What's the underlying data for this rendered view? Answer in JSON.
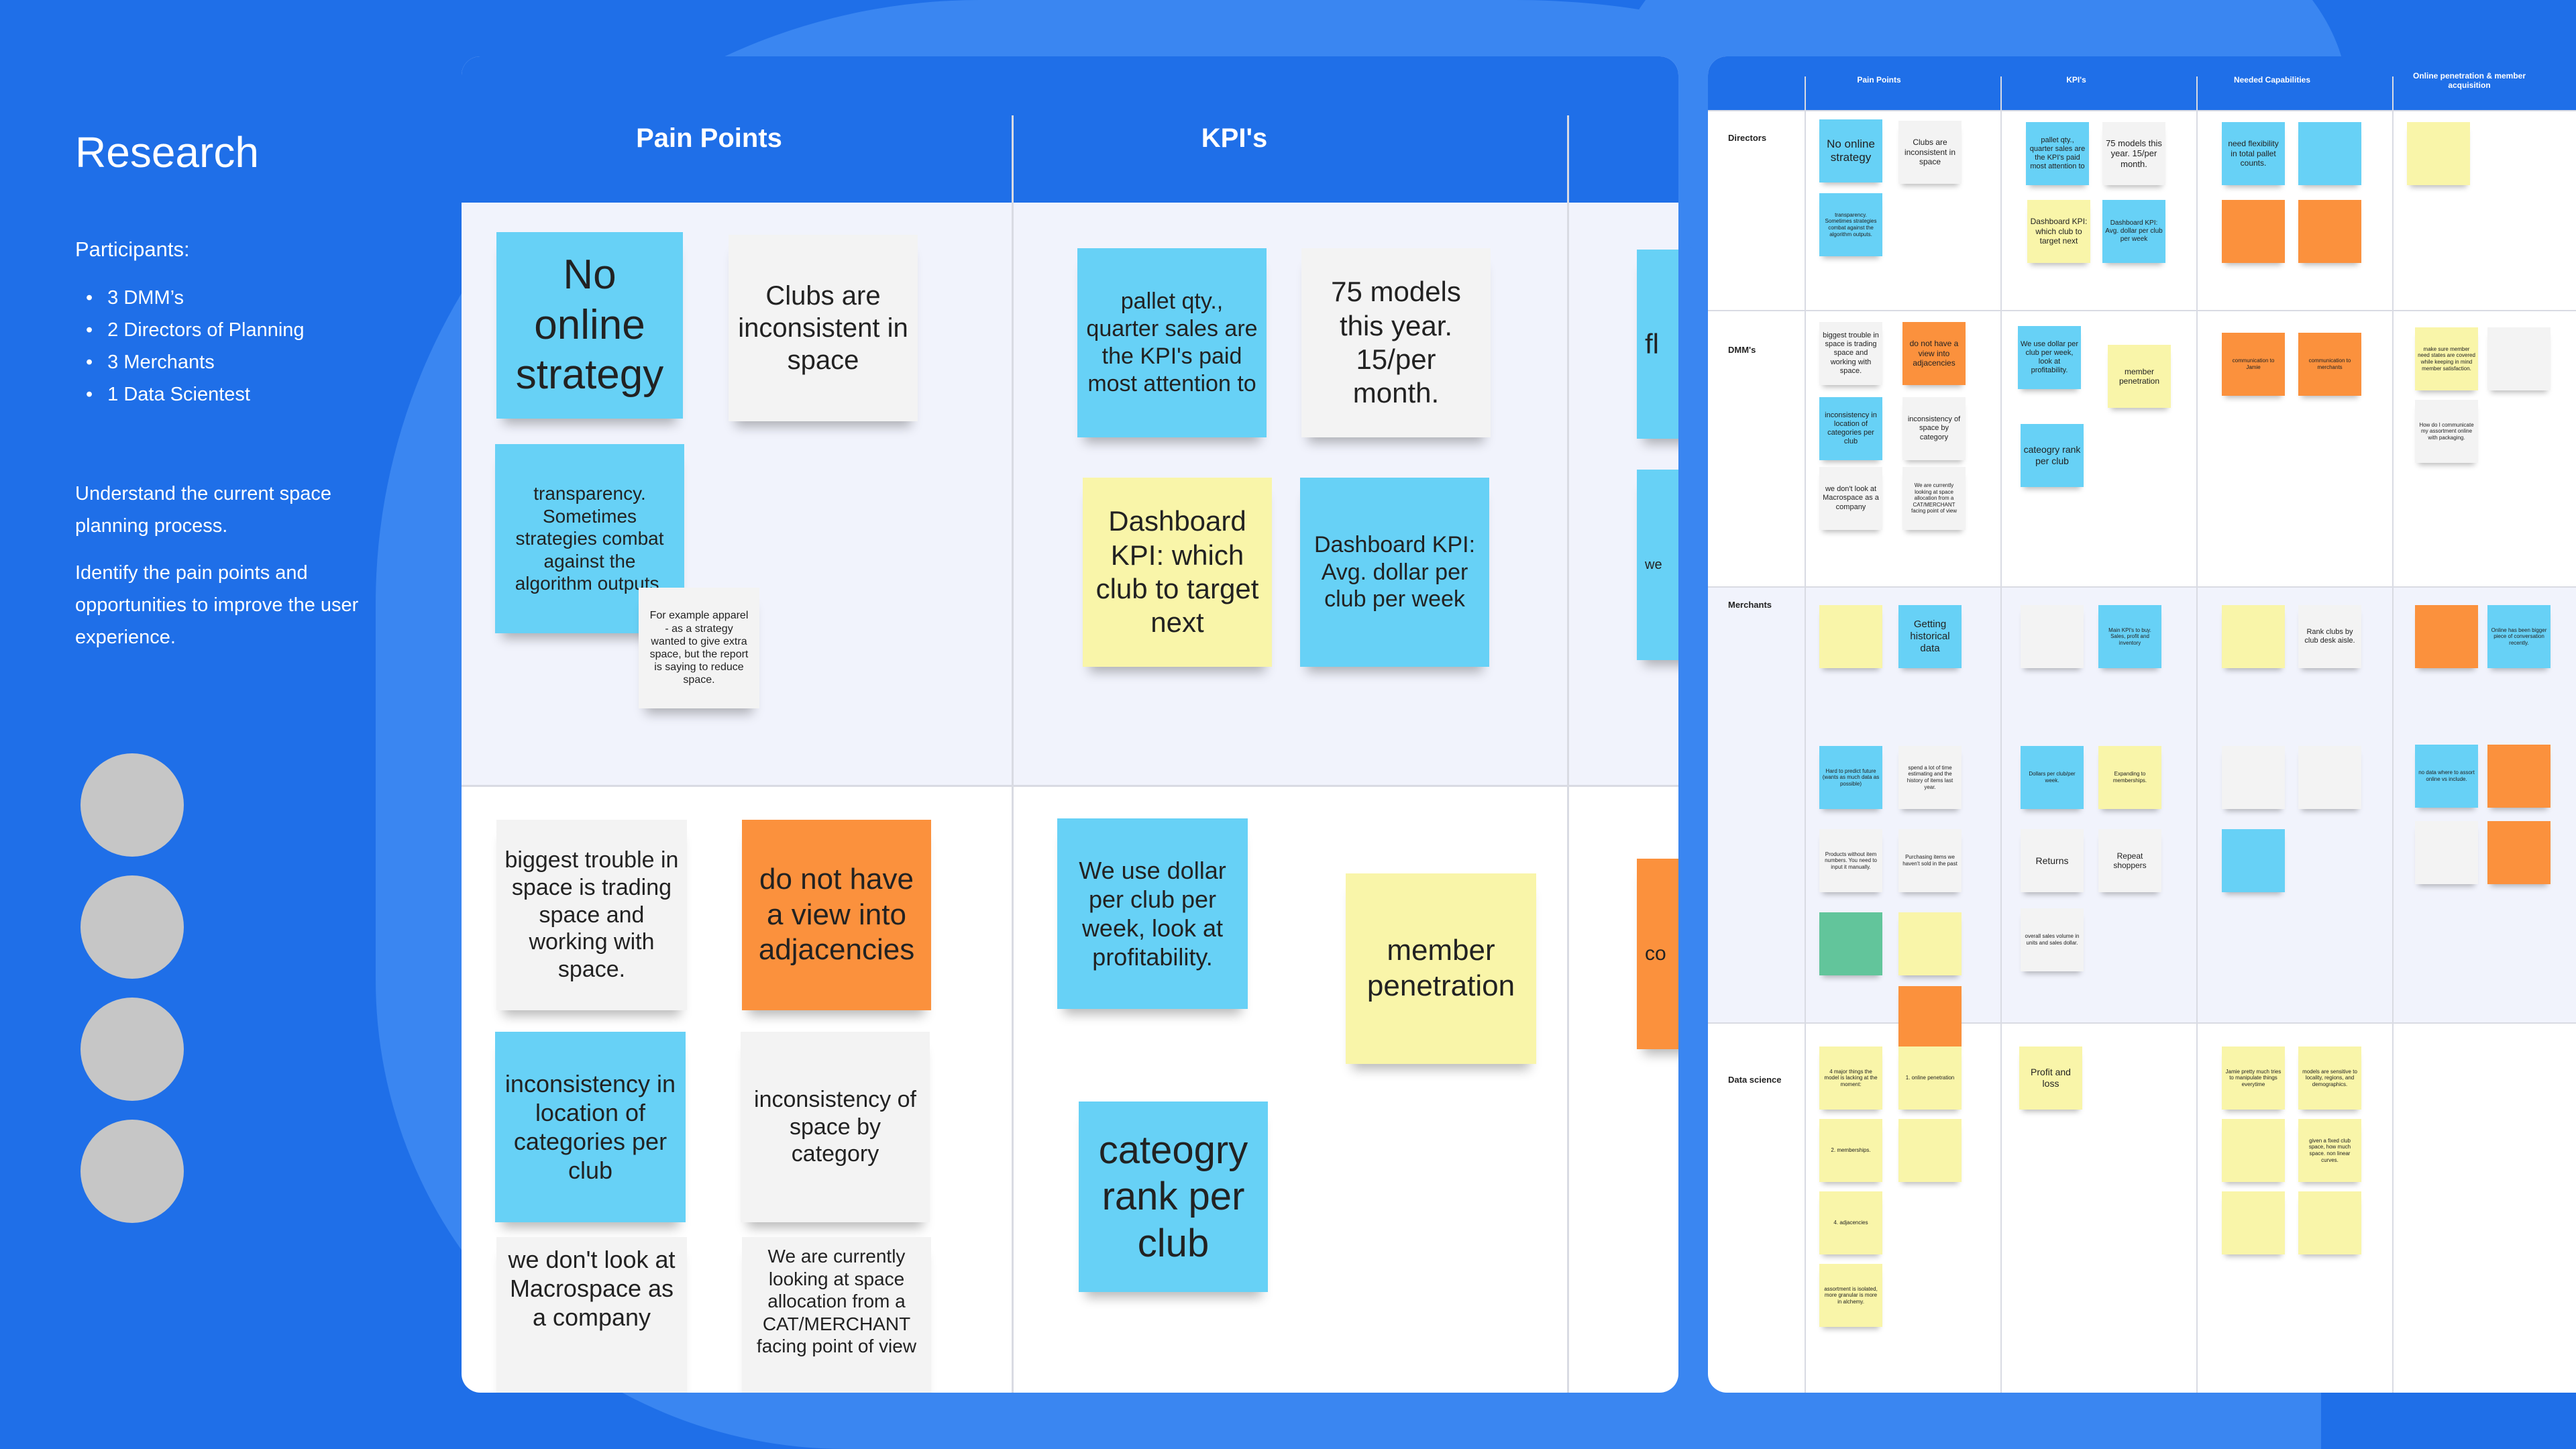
{
  "left": {
    "title": "Research",
    "participants_label": "Participants:",
    "participants": [
      "3 DMM’s",
      "2 Directors of Planning",
      "3 Merchants",
      "1 Data Scientest"
    ],
    "paragraph1": "Understand the current space planning process.",
    "paragraph2": "Identify the pain points and opportunities to improve the user experience."
  },
  "board": {
    "columns": [
      "Pain Points",
      "KPI's"
    ],
    "notes": [
      {
        "text": "No online strategy"
      },
      {
        "text": "Clubs are inconsistent in space"
      },
      {
        "text": "transparency. Sometimes strategies combat against the algorithm outputs."
      },
      {
        "text": "For example apparel - as a strategy wanted to give extra space, but the report is saying to reduce space."
      },
      {
        "text": "pallet qty., quarter sales are the KPI's paid most attention to"
      },
      {
        "text": "75 models this year. 15/per month."
      },
      {
        "text": "Dashboard KPI: which club to target next"
      },
      {
        "text": "Dashboard KPI: Avg. dollar per club per week"
      },
      {
        "text": "fl"
      },
      {
        "text": "biggest trouble in space is trading space and working with space."
      },
      {
        "text": "do not have a view into adjacencies"
      },
      {
        "text": "inconsistency in location of categories per club"
      },
      {
        "text": "inconsistency of space by category"
      },
      {
        "text": "we don't look at Macrospace as a company"
      },
      {
        "text": "We are currently looking at space allocation from a CAT/MERCHANT facing point of view"
      },
      {
        "text": "We use dollar per club per week, look at profitability."
      },
      {
        "text": "member penetration"
      },
      {
        "text": "cateogry rank per club"
      },
      {
        "text": "co"
      },
      {
        "text": "we"
      }
    ]
  },
  "board2": {
    "columns": [
      "Pain Points",
      "KPI's",
      "Needed Capabilities",
      "Online penetration & member acquisition"
    ],
    "rows": [
      "Directors",
      "DMM's",
      "Merchants",
      "Data science"
    ],
    "notes": {
      "d1": "No online strategy",
      "d2": "Clubs are inconsistent in space",
      "d3": "transparency. Sometimes strategies combat against the algorithm outputs.",
      "d4": "pallet qty., quarter sales are the KPI's paid most attention to",
      "d5": "75 models this year. 15/per month.",
      "d6": "Dashboard KPI: which club to target next",
      "d7": "Dashboard KPI: Avg. dollar per club per week",
      "d8": "need flexibility in total pallet counts.",
      "m1": "biggest trouble in space is trading space and working with space.",
      "m2": "do not have a view into adjacencies",
      "m3": "inconsistency in location of categories per club",
      "m4": "inconsistency of space by category",
      "m5": "we don't look at Macrospace as a company",
      "m6": "We are currently looking at space allocation from a CAT/MERCHANT facing point of view",
      "m7": "We use dollar per club per week, look at profitability.",
      "m8": "member penetration",
      "m9": "cateogry rank per club",
      "m10": "communication to Jamie",
      "m11": "communication to merchants",
      "m12": "make sure member need states are covered while keeping in mind member satisfaction.",
      "m13": "How do I communicate my assortment online with packaging.",
      "r1": "Getting historical data",
      "r2": "Main KPI's to buy. Sales, profit and inventory",
      "r3": "Rank clubs by club desk aisle.",
      "r4": "Dollars per club/per week.",
      "r5": "Expanding to memberships.",
      "r6": "Returns",
      "r7": "Repeat shoppers",
      "r8": "Online has been bigger piece of conversation recently.",
      "r9": "no data where to assort online vs include.",
      "r10": "Hard to predict future (wants as much data as possible)",
      "r11": "spend a lot of time estimating and the history of items last year.",
      "r12": "Products without item numbers. You need to input it manually.",
      "r13": "Purchasing items we haven't sold in the past",
      "r14": "overall sales volume in units and sales dollar.",
      "s1": "4 major things the model is lacking at the moment:",
      "s2": "1. online penetration",
      "s3": "2. memberships.",
      "s4": "4. adjacencies",
      "s5": "Profit and loss",
      "s6": "Jamie pretty much tries to manipulate things everytime",
      "s7": "models are sensitive to locality, regions, and demographics.",
      "s8": "given a fixed club space, how much space. non linear curves.",
      "s9": "assortment is isolated, more granular is more in alchemy."
    }
  }
}
